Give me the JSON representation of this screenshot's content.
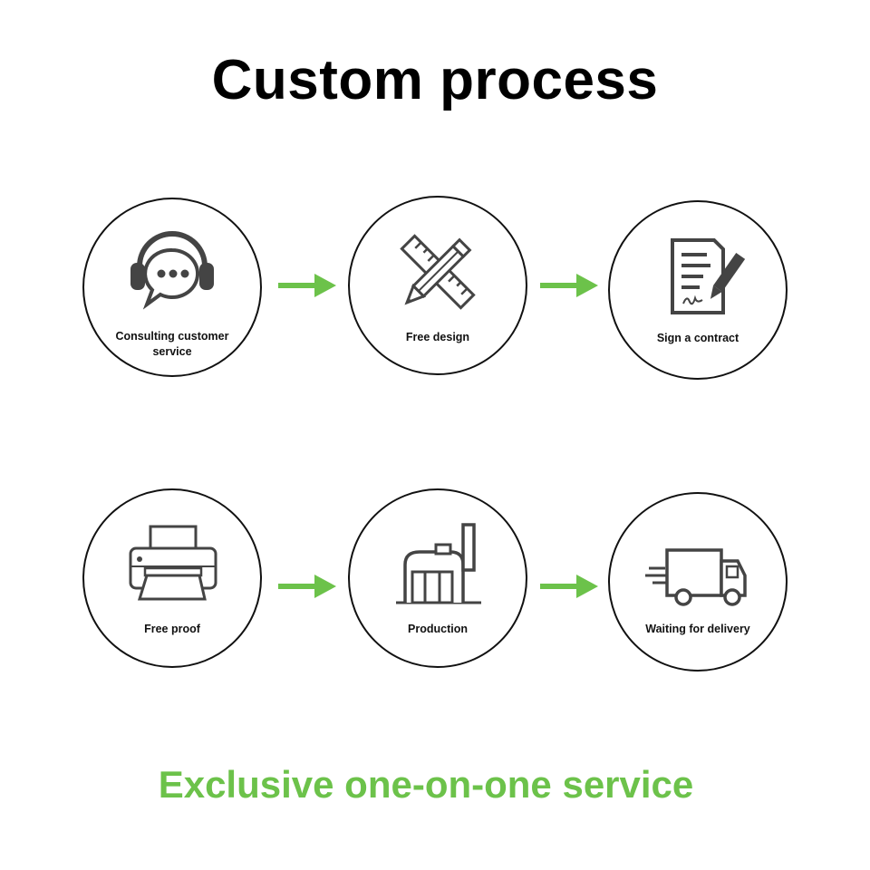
{
  "page": {
    "title": "Custom process",
    "footer": "Exclusive one-on-one service",
    "accent_color": "#6cc24a"
  },
  "steps": [
    {
      "label": "Consulting customer\nservice",
      "icon": "headset-chat-icon"
    },
    {
      "label": "Free design",
      "icon": "pencil-ruler-icon"
    },
    {
      "label": "Sign a contract",
      "icon": "contract-pen-icon"
    },
    {
      "label": "Free proof",
      "icon": "printer-icon"
    },
    {
      "label": "Production",
      "icon": "factory-icon"
    },
    {
      "label": "Waiting for delivery",
      "icon": "delivery-truck-icon"
    }
  ]
}
